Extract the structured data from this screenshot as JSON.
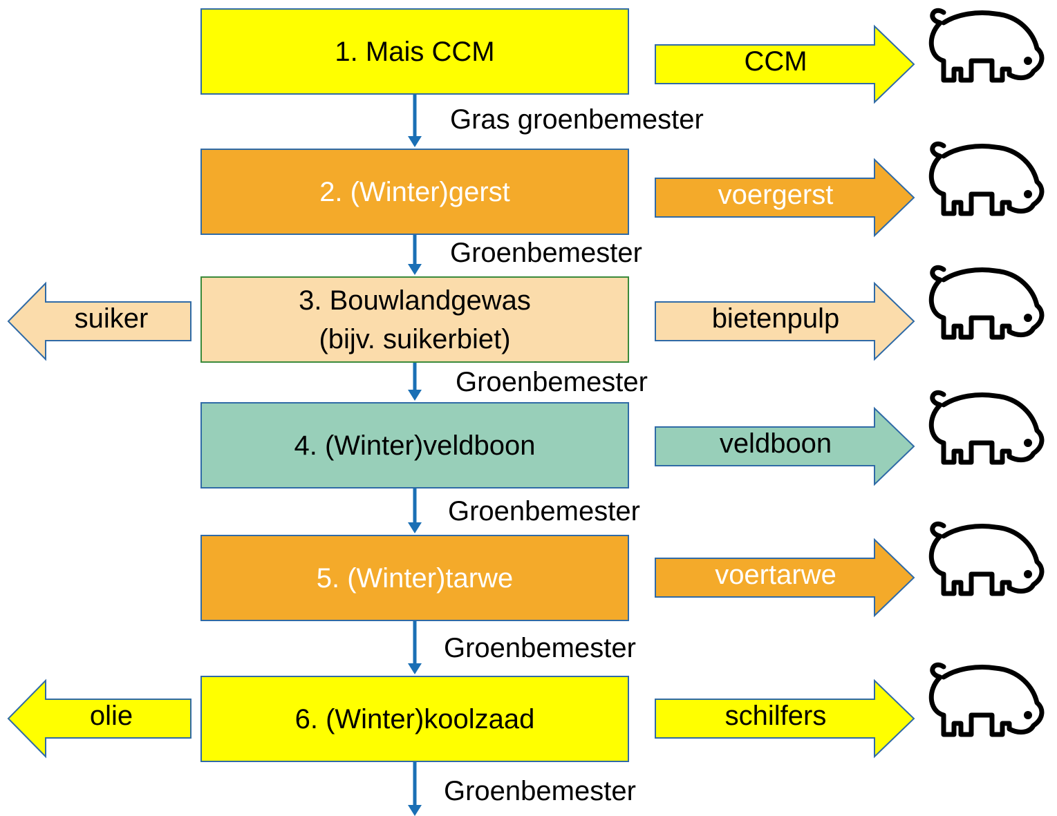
{
  "colors": {
    "yellow": "#ffff00",
    "orange": "#f4aa2a",
    "light_orange": "#fbdcab",
    "teal": "#98cfb9",
    "border_blue": "#2f6aa6",
    "flow_arrow": "#1a6fb5"
  },
  "crops": [
    {
      "line1": "1. Mais CCM",
      "line2": "",
      "fill": "yellow",
      "text_color": "#000000",
      "right_product": "CCM",
      "left_product": ""
    },
    {
      "line1": "2. (Winter)gerst",
      "line2": "",
      "fill": "orange",
      "text_color": "#ffffff",
      "right_product": "voergerst",
      "left_product": ""
    },
    {
      "line1": "3. Bouwlandgewas",
      "line2": "(bijv. suikerbiet)",
      "fill": "light_orange",
      "text_color": "#000000",
      "right_product": "bietenpulp",
      "left_product": "suiker"
    },
    {
      "line1": "4. (Winter)veldboon",
      "line2": "",
      "fill": "teal",
      "text_color": "#000000",
      "right_product": "veldboon",
      "left_product": ""
    },
    {
      "line1": "5. (Winter)tarwe",
      "line2": "",
      "fill": "orange",
      "text_color": "#ffffff",
      "right_product": "voertarwe",
      "left_product": ""
    },
    {
      "line1": "6. (Winter)koolzaad",
      "line2": "",
      "fill": "yellow",
      "text_color": "#000000",
      "right_product": "schilfers",
      "left_product": "olie"
    }
  ],
  "transitions": [
    "Gras groenbemester",
    "Groenbemester",
    "Groenbemester",
    "Groenbemester",
    "Groenbemester",
    "Groenbemester"
  ],
  "icons": {
    "consumer": "pig-icon"
  }
}
